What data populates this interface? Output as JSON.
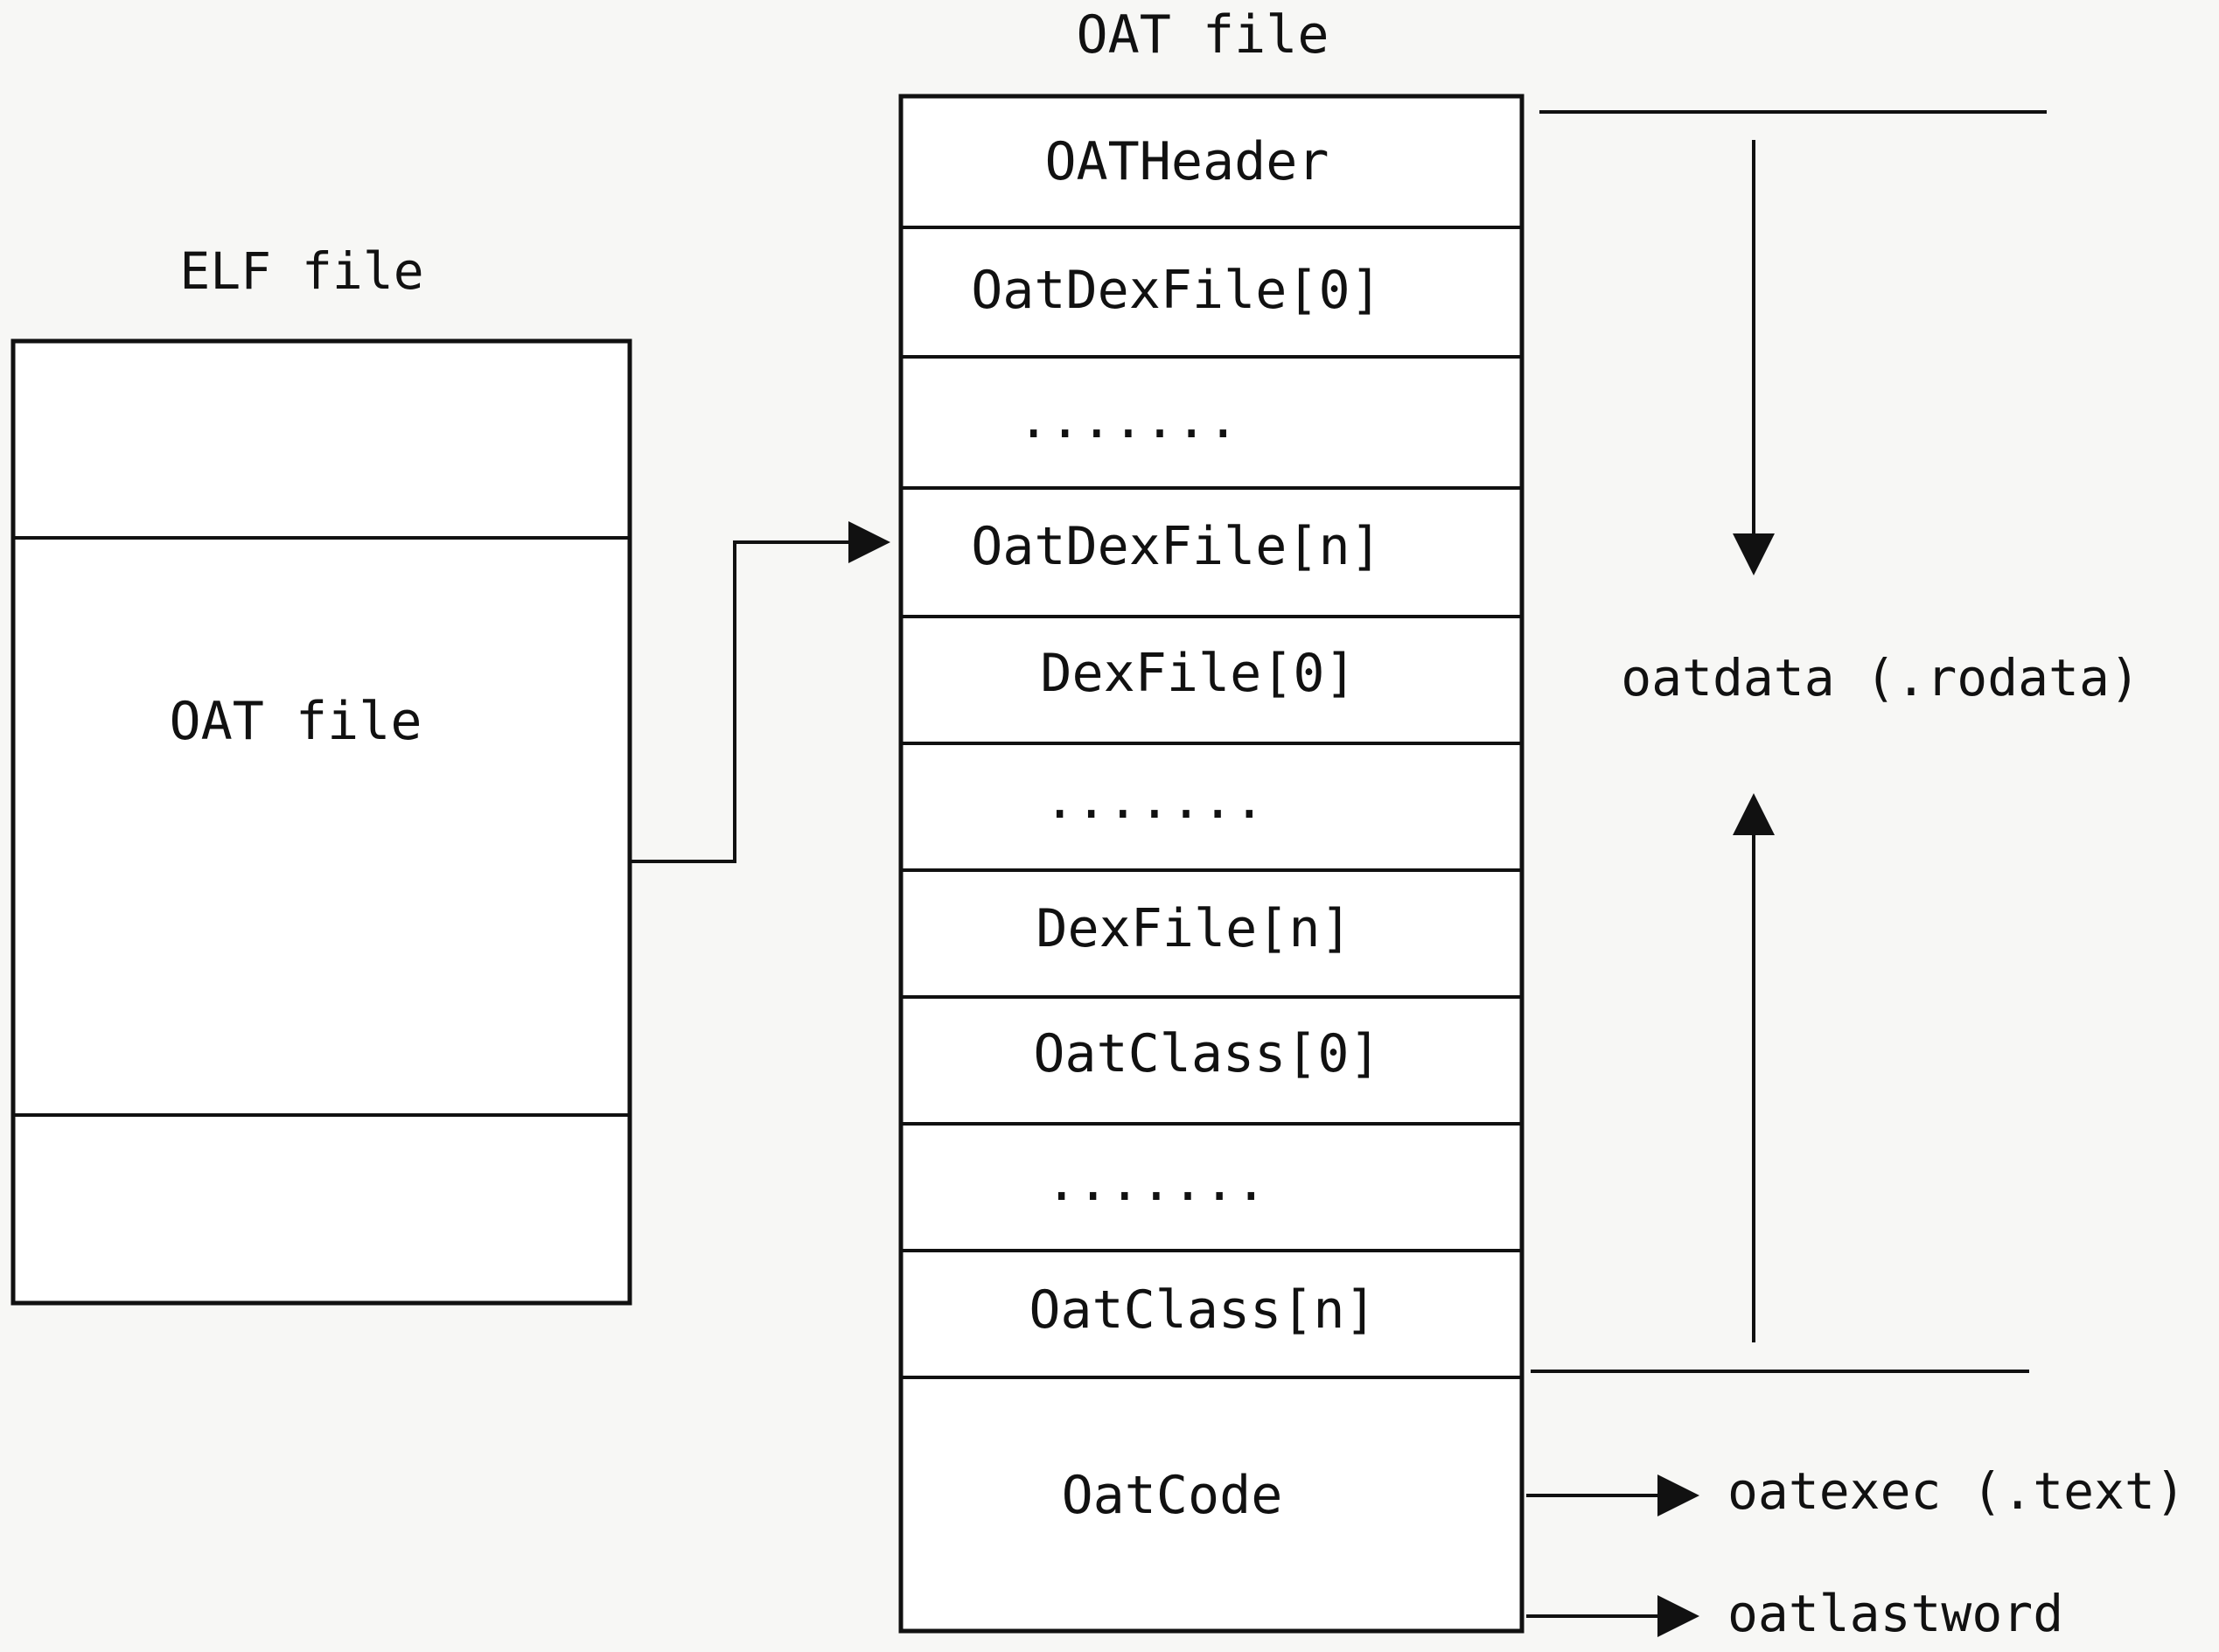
{
  "elf": {
    "title": "ELF file",
    "sections": [
      "",
      "OAT file",
      ""
    ]
  },
  "oat": {
    "title": "OAT file",
    "sections": [
      "OATHeader",
      "OatDexFile[0]",
      ".......",
      "OatDexFile[n]",
      "DexFile[0]",
      ".......",
      "DexFile[n]",
      "OatClass[0]",
      ".......",
      "OatClass[n]",
      "OatCode"
    ]
  },
  "labels": {
    "oatdata": "oatdata (.rodata)",
    "oatexec": "oatexec (.text)",
    "oatlastword": "oatlastword"
  }
}
